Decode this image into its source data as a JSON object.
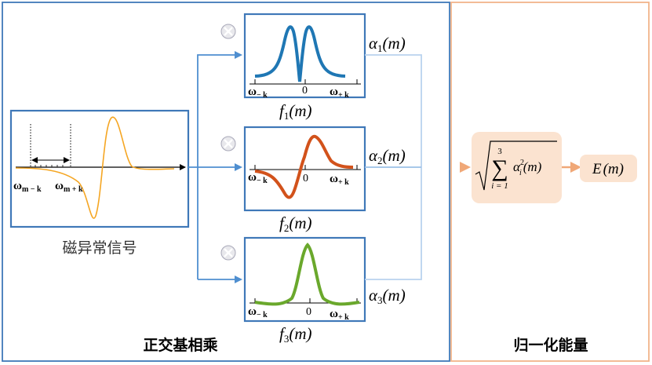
{
  "sections": {
    "left_caption": "正交基相乘",
    "right_caption": "归一化能量"
  },
  "signal": {
    "caption": "磁异常信号",
    "tick_left": "ω",
    "tick_left_sub": "m − k",
    "tick_right": "ω",
    "tick_right_sub": "m + k"
  },
  "bases": [
    {
      "func": "f",
      "index": "1",
      "arg": "(m)",
      "coef": "α",
      "coef_index": "1",
      "coef_arg": "(m)",
      "tick_left": "ω",
      "tick_left_sub": "− k",
      "tick_mid": "0",
      "tick_right": "ω",
      "tick_right_sub": "+ k",
      "color": "#1f77b4"
    },
    {
      "func": "f",
      "index": "2",
      "arg": "(m)",
      "coef": "α",
      "coef_index": "2",
      "coef_arg": "(m)",
      "tick_left": "ω",
      "tick_left_sub": "− k",
      "tick_mid": "0",
      "tick_right": "ω",
      "tick_right_sub": "+ k",
      "color": "#d2521b"
    },
    {
      "func": "f",
      "index": "3",
      "arg": "(m)",
      "coef": "α",
      "coef_index": "3",
      "coef_arg": "(m)",
      "tick_left": "ω",
      "tick_left_sub": "− k",
      "tick_mid": "0",
      "tick_right": "ω",
      "tick_right_sub": "+ k",
      "color": "#6aa82c"
    }
  ],
  "formula": {
    "sum_top": "3",
    "sum_bottom": "i = 1",
    "term": "α",
    "term_sub": "i",
    "term_sup": "2",
    "term_arg": "(m)"
  },
  "energy": {
    "label": "E",
    "arg": "(m)"
  },
  "colors": {
    "panel_left_border": "#3f78b8",
    "panel_right_border": "#f2b48a",
    "box_border": "#3f78b8",
    "arrow_blue": "#4f8fd0",
    "arrow_orange": "#f0a878",
    "formula_fill": "#fbe3d0",
    "signal_curve": "#f5a623"
  }
}
